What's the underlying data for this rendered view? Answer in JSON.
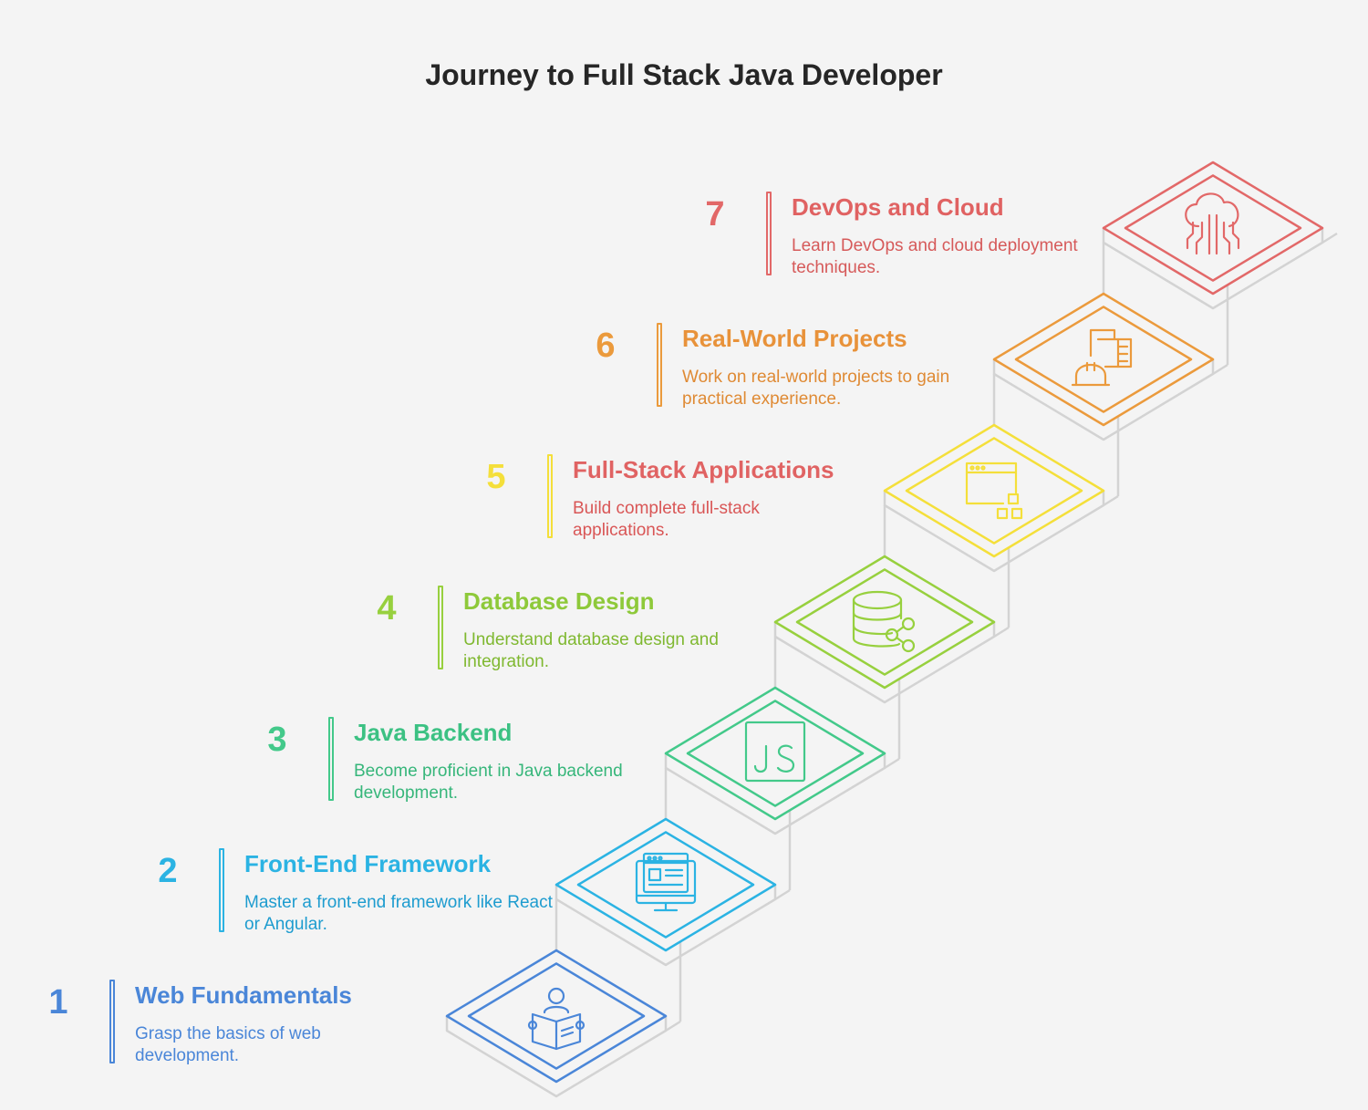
{
  "page": {
    "title": "Journey to Full Stack Java Developer"
  },
  "steps": [
    {
      "number": "1",
      "title": "Web Fundamentals",
      "description": "Grasp the basics of web development.",
      "color": "#4a86d8",
      "titleColor": "#4a86d8",
      "descColor": "#4a86d8",
      "icon": "reading-person-icon"
    },
    {
      "number": "2",
      "title": "Front-End Framework",
      "description": "Master a front-end framework like React or Angular.",
      "color": "#2bb3e3",
      "titleColor": "#2bb3e3",
      "descColor": "#1e9ccf",
      "icon": "web-monitor-icon"
    },
    {
      "number": "3",
      "title": "Java Backend",
      "description": "Become proficient in Java backend development.",
      "color": "#43c98a",
      "titleColor": "#3cc183",
      "descColor": "#36b67a",
      "icon": "js-badge-icon"
    },
    {
      "number": "4",
      "title": "Database Design",
      "description": "Understand database design and integration.",
      "color": "#97d03e",
      "titleColor": "#8ec93a",
      "descColor": "#7fb830",
      "icon": "database-share-icon"
    },
    {
      "number": "5",
      "title": "Full-Stack Applications",
      "description": "Build complete full-stack applications.",
      "color": "#f4df3a",
      "titleColor": "#e06363",
      "descColor": "#d95656",
      "icon": "browser-modules-icon"
    },
    {
      "number": "6",
      "title": "Real-World Projects",
      "description": "Work on real-world projects to gain practical experience.",
      "color": "#eb9a3c",
      "titleColor": "#e8923a",
      "descColor": "#df8a34",
      "icon": "construction-plans-icon"
    },
    {
      "number": "7",
      "title": "DevOps and Cloud",
      "description": "Learn DevOps and cloud deployment techniques.",
      "color": "#e26868",
      "titleColor": "#e06262",
      "descColor": "#d65a5a",
      "icon": "cloud-circuit-icon"
    }
  ]
}
